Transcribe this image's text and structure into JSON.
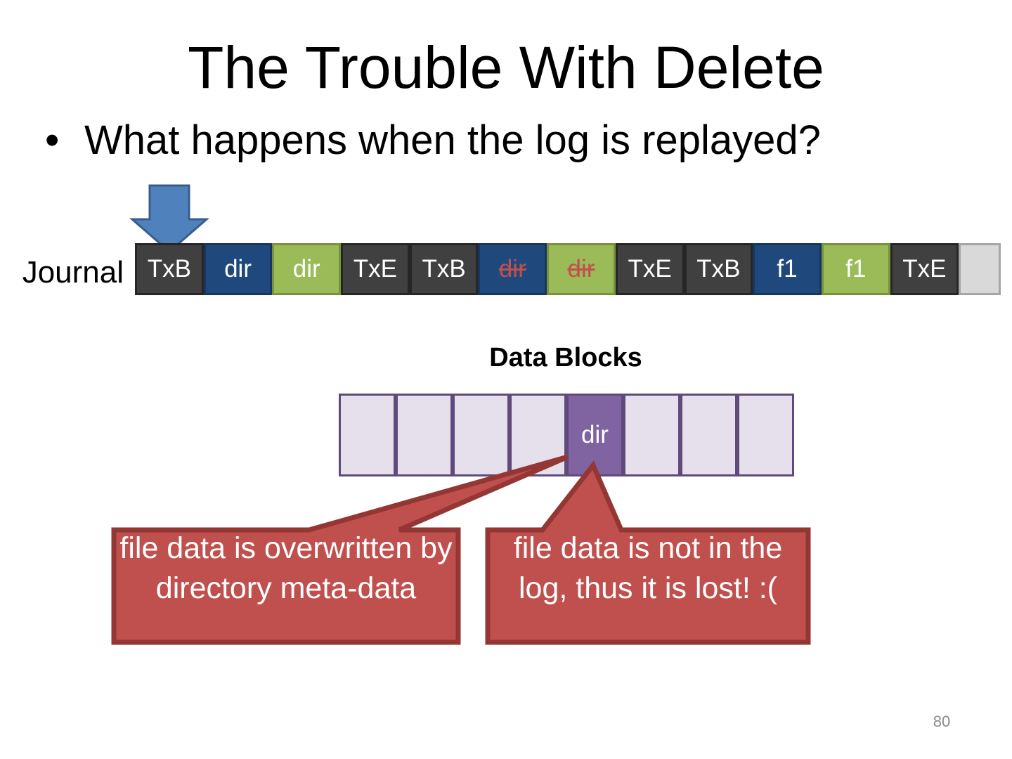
{
  "slide": {
    "title": "The Trouble With Delete",
    "bullet_glyph": "•",
    "bullet": "What happens when the log is replayed?",
    "page_number": "80"
  },
  "journal": {
    "label": "Journal",
    "blocks": [
      {
        "text": "TxB",
        "kind": "tx"
      },
      {
        "text": "dir",
        "kind": "dir-meta"
      },
      {
        "text": "dir",
        "kind": "dir-data"
      },
      {
        "text": "TxE",
        "kind": "tx"
      },
      {
        "text": "TxB",
        "kind": "tx"
      },
      {
        "text": "dir",
        "kind": "dir-meta",
        "struck": true
      },
      {
        "text": "dir",
        "kind": "dir-data",
        "struck": true
      },
      {
        "text": "TxE",
        "kind": "tx"
      },
      {
        "text": "TxB",
        "kind": "tx"
      },
      {
        "text": "f1",
        "kind": "dir-meta"
      },
      {
        "text": "f1",
        "kind": "dir-data"
      },
      {
        "text": "TxE",
        "kind": "tx"
      },
      {
        "text": "",
        "kind": "empty"
      }
    ],
    "pointer_icon": "down-arrow-icon"
  },
  "data_blocks": {
    "label": "Data Blocks",
    "blocks": [
      "",
      "",
      "",
      "",
      "dir",
      "",
      "",
      ""
    ]
  },
  "callouts": {
    "left": "file data is overwritten by directory meta-data",
    "right": "file data is not in the log, thus it is lost! :("
  },
  "colors": {
    "tx": "#404040",
    "dir_meta": "#1f497d",
    "dir_data": "#9bbb59",
    "data_block": "#e6e0ec",
    "data_block_filled": "#8064a2",
    "callout_fill": "#c0504d",
    "callout_border": "#943634",
    "arrow": "#4f81bd"
  }
}
